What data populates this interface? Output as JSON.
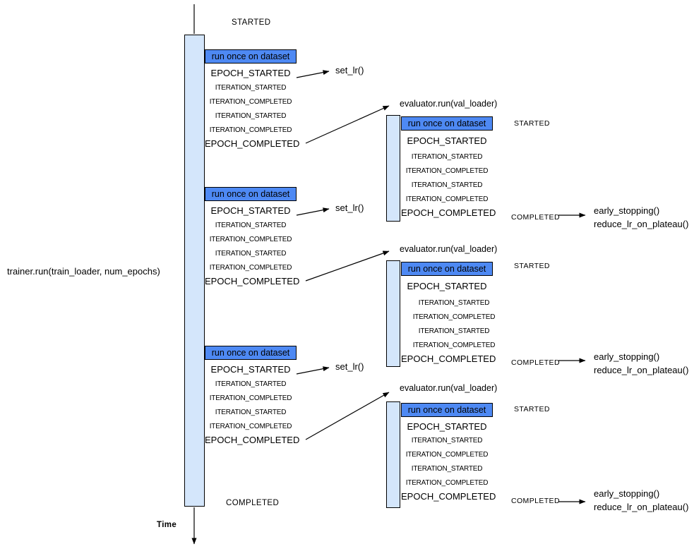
{
  "diagram": {
    "trainer_label": "trainer.run(train_loader, num_epochs)",
    "time_label": "Time",
    "main_timeline": {
      "started": "STARTED",
      "completed": "COMPLETED"
    },
    "run_block_header": "run once on dataset",
    "events": [
      "EPOCH_STARTED",
      "ITERATION_STARTED",
      "ITERATION_COMPLETED",
      "ITERATION_STARTED",
      "ITERATION_COMPLETED",
      "EPOCH_COMPLETED"
    ],
    "epoch_started_handler": "set_lr()",
    "evaluator": {
      "title": "evaluator.run(val_loader)",
      "started": "STARTED",
      "completed": "COMPLETED",
      "completed_handlers": [
        "early_stopping()",
        "reduce_lr_on_plateau()"
      ]
    },
    "colors": {
      "timeline_fill": "#d4e6fb",
      "run_header_fill": "#4e89f3",
      "line": "#000000"
    }
  }
}
